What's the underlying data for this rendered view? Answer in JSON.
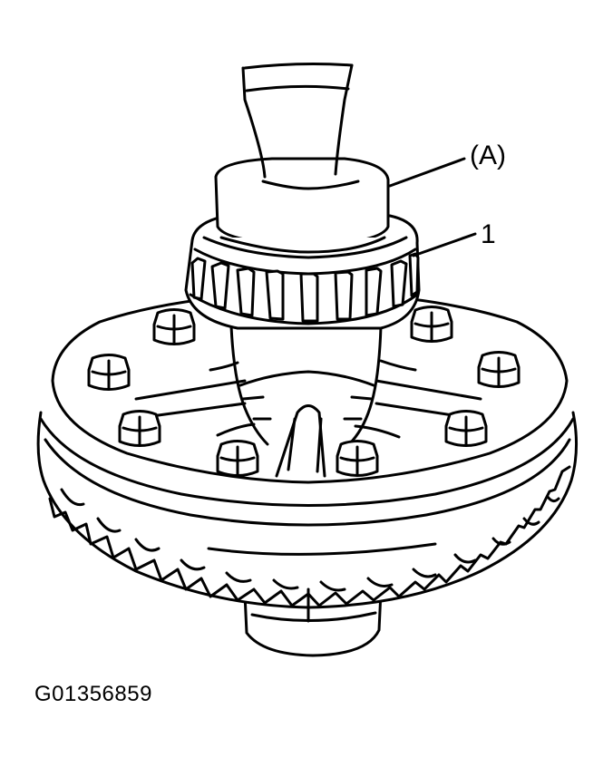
{
  "figure": {
    "callouts": [
      {
        "id": "tool",
        "label": "(A)"
      },
      {
        "id": "bearing",
        "label": "1"
      }
    ],
    "figure_id": "G01356859",
    "colors": {
      "ink": "#000000",
      "paper": "#ffffff"
    }
  }
}
